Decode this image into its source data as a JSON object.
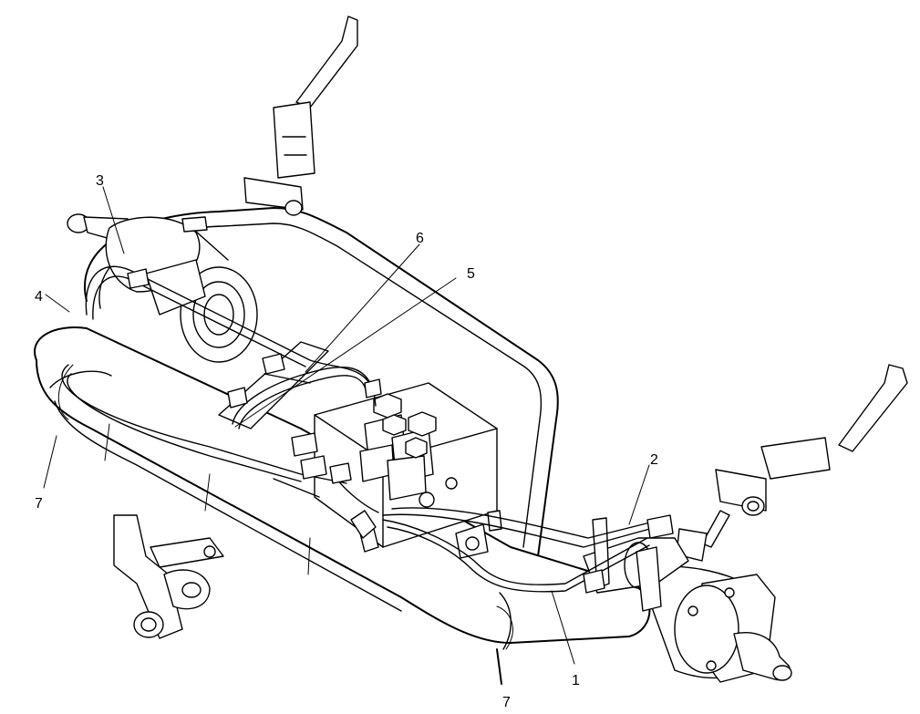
{
  "callouts": [
    {
      "id": "1",
      "label": "1"
    },
    {
      "id": "2",
      "label": "2"
    },
    {
      "id": "3",
      "label": "3"
    },
    {
      "id": "4",
      "label": "4"
    },
    {
      "id": "5",
      "label": "5"
    },
    {
      "id": "6",
      "label": "6"
    },
    {
      "id": "7a",
      "label": "7"
    },
    {
      "id": "7b",
      "label": "7"
    }
  ],
  "colors": {
    "line": "#000000",
    "background": "#ffffff",
    "shade": "#d9d9d9"
  }
}
